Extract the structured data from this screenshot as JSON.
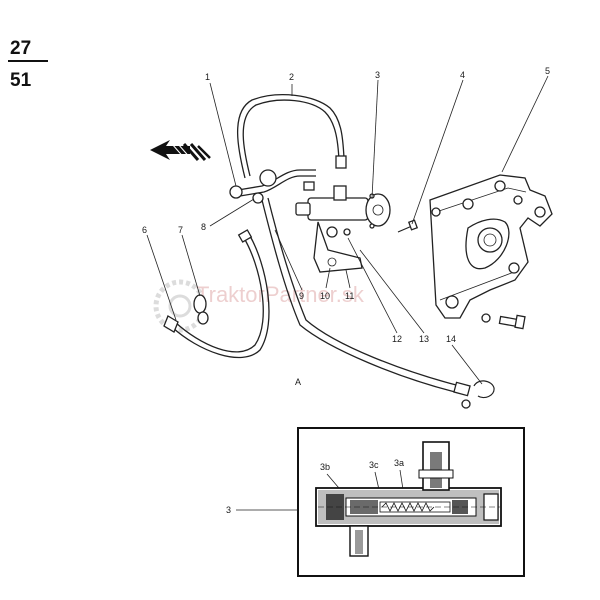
{
  "page_index": {
    "section": "27",
    "page": "51"
  },
  "watermark": "TraktorPartner.sk",
  "callouts": [
    "1",
    "2",
    "3",
    "4",
    "5",
    "6",
    "7",
    "8",
    "9",
    "10",
    "11",
    "12",
    "13",
    "14"
  ],
  "detail_callouts": [
    "3b",
    "3c",
    "3a"
  ],
  "detail_ref": "3"
}
